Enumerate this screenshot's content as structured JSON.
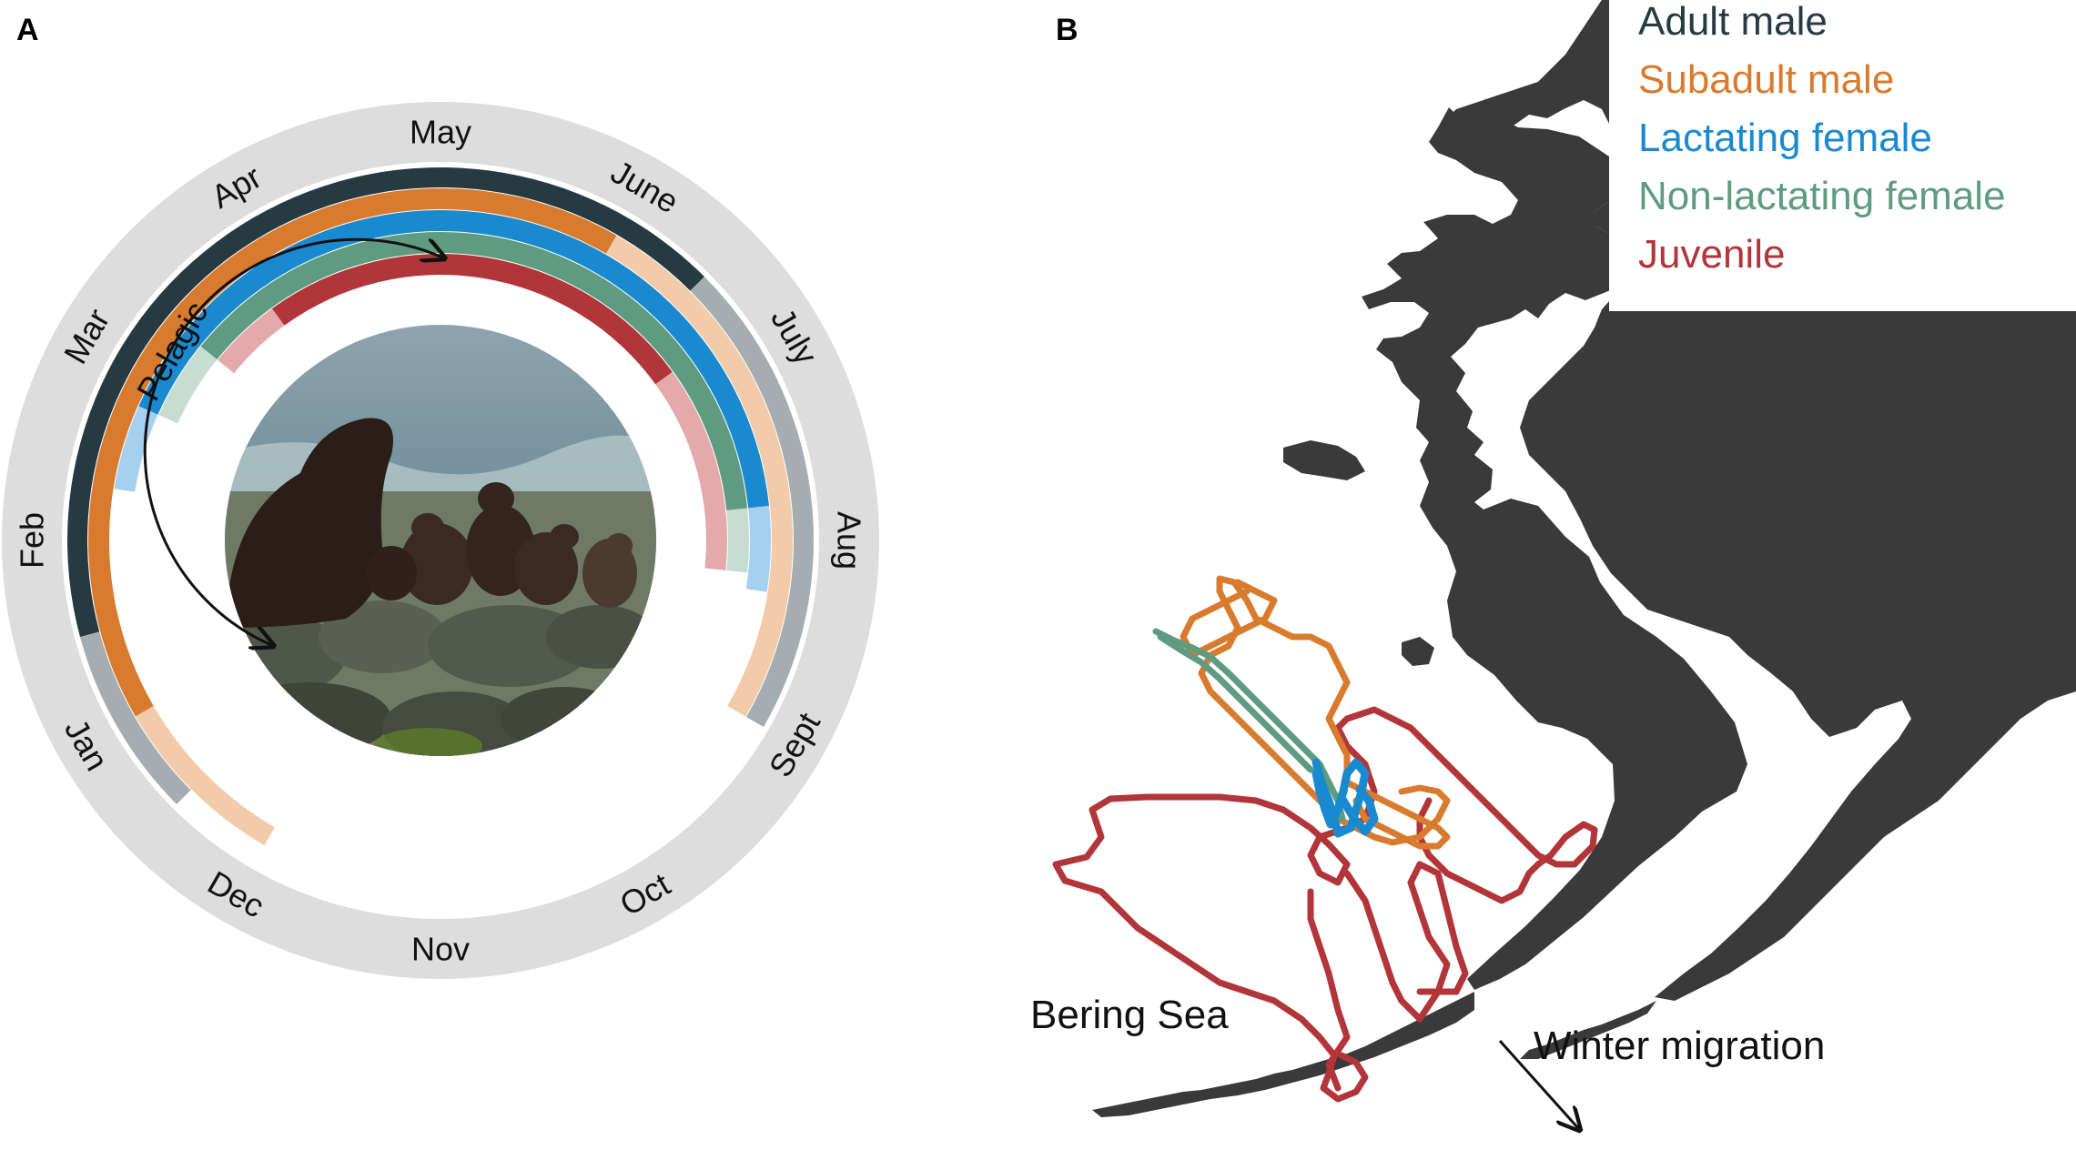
{
  "panels": {
    "a": {
      "label": "A",
      "months": [
        "Jan",
        "Feb",
        "Mar",
        "Apr",
        "May",
        "June",
        "July",
        "Aug",
        "Sept",
        "Oct",
        "Nov",
        "Dec"
      ],
      "pelagic_label": "Pelagic",
      "rings": [
        {
          "group": "Adult male",
          "colors": {
            "dark": "#263a42",
            "light": "#a6adb0"
          },
          "dark": [
            0.5,
            5.5
          ],
          "light": [
            [
              5.5,
              8.0
            ],
            [
              -0.5,
              0.5
            ]
          ]
        },
        {
          "group": "Subadult male",
          "colors": {
            "dark": "#d97b2f",
            "light": "#f2cbaa"
          },
          "dark": [
            0.0,
            5.0
          ],
          "light": [
            [
              5.0,
              8.0
            ],
            [
              -1.0,
              0.0
            ]
          ]
        },
        {
          "group": "Lactating female",
          "colors": {
            "dark": "#1a8ad0",
            "light": "#a6d1ee"
          },
          "dark": [
            1.8,
            6.8
          ],
          "light": [
            [
              6.8,
              7.3
            ],
            [
              1.3,
              1.8
            ]
          ]
        },
        {
          "group": "Non-lactating female",
          "colors": {
            "dark": "#5e9b80",
            "light": "#c7ddd1"
          },
          "dark": [
            2.3,
            6.8
          ],
          "light": [
            [
              6.8,
              7.2
            ],
            [
              1.8,
              2.3
            ]
          ]
        },
        {
          "group": "Juvenile",
          "colors": {
            "dark": "#b2353a",
            "light": "#e3a9ab"
          },
          "dark": [
            2.8,
            5.8
          ],
          "light": [
            [
              5.8,
              7.2
            ],
            [
              2.3,
              2.8
            ]
          ]
        }
      ],
      "ring_track_color": "#dddddd"
    },
    "b": {
      "label": "B",
      "legend": [
        {
          "label": "Adult male",
          "color": "#263a42"
        },
        {
          "label": "Subadult male",
          "color": "#d97b2f"
        },
        {
          "label": "Lactating female",
          "color": "#1a8ad0"
        },
        {
          "label": "Non-lactating female",
          "color": "#5e9b80"
        },
        {
          "label": "Juvenile",
          "color": "#b2353a"
        }
      ],
      "sea_label": "Bering Sea",
      "migration_label": "Winter migration",
      "land_color": "#3a3a3a"
    }
  }
}
